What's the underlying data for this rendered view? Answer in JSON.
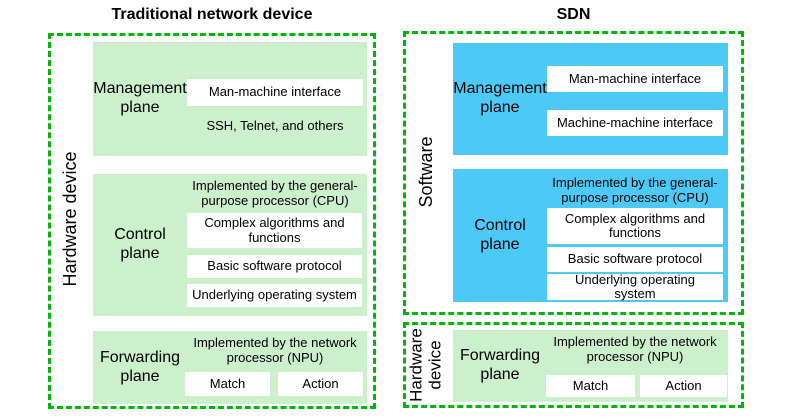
{
  "colors": {
    "green_fill": "#ccefcc",
    "blue_fill": "#4dc9f6",
    "dashed_border": "#03b506",
    "inner_box_bg": "#ffffff",
    "text": "#000000"
  },
  "left_panel": {
    "title": "Traditional network device",
    "frame_label": "Hardware device",
    "management": {
      "label": "Management\nplane",
      "interface_box": "Man-machine interface",
      "note": "SSH, Telnet, and others"
    },
    "control": {
      "label": "Control\nplane",
      "caption": "Implemented by the general-\npurpose processor (CPU)",
      "boxes": [
        "Complex algorithms and\nfunctions",
        "Basic software protocol",
        "Underlying operating system"
      ]
    },
    "forwarding": {
      "label": "Forwarding\nplane",
      "caption": "Implemented by the network\nprocessor (NPU)",
      "boxes": [
        "Match",
        "Action"
      ]
    }
  },
  "right_panel": {
    "title": "SDN",
    "software_frame_label": "Software",
    "hardware_frame_label": "Hardware\ndevice",
    "management": {
      "label": "Management\nplane",
      "boxes": [
        "Man-machine interface",
        "Machine-machine interface"
      ]
    },
    "control": {
      "label": "Control\nplane",
      "caption": "Implemented by the general-\npurpose processor (CPU)",
      "boxes": [
        "Complex algorithms and\nfunctions",
        "Basic software protocol",
        "Underlying operating\nsystem"
      ]
    },
    "forwarding": {
      "label": "Forwarding\nplane",
      "caption": "Implemented by the network\nprocessor (NPU)",
      "boxes": [
        "Match",
        "Action"
      ]
    }
  }
}
